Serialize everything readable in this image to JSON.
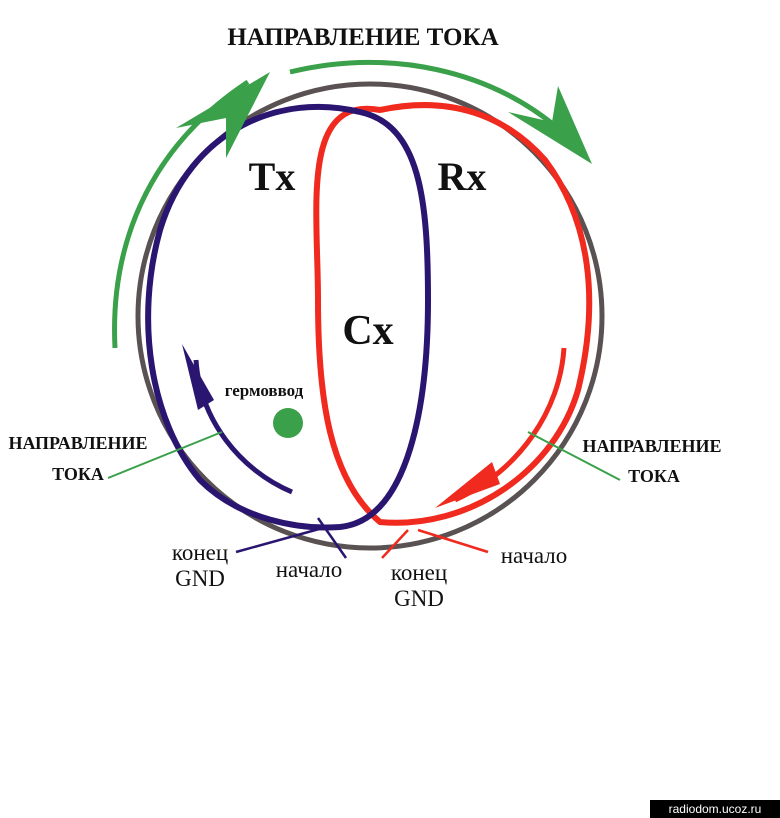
{
  "title": "НАПРАВЛЕНИЕ ТОКА",
  "coil_tx": "Tx",
  "coil_rx": "Rx",
  "coil_cx": "Cx",
  "feedthrough": "гермоввод",
  "left_direction": {
    "line1": "НАПРАВЛЕНИЕ",
    "line2": "ТОКА"
  },
  "right_direction": {
    "line1": "НАПРАВЛЕНИЕ",
    "line2": "ТОКА"
  },
  "tx_end": {
    "line1": "конец",
    "line2": "GND"
  },
  "tx_start": "начало",
  "rx_end": {
    "line1": "конец",
    "line2": "GND"
  },
  "rx_start": "начало",
  "watermark": "radiodom.ucoz.ru",
  "colors": {
    "tx": "#2a1670",
    "rx": "#f02a1e",
    "arrow_green": "#3aa04a",
    "housing": "#5a5252",
    "feedthrough": "#3aa04a"
  }
}
